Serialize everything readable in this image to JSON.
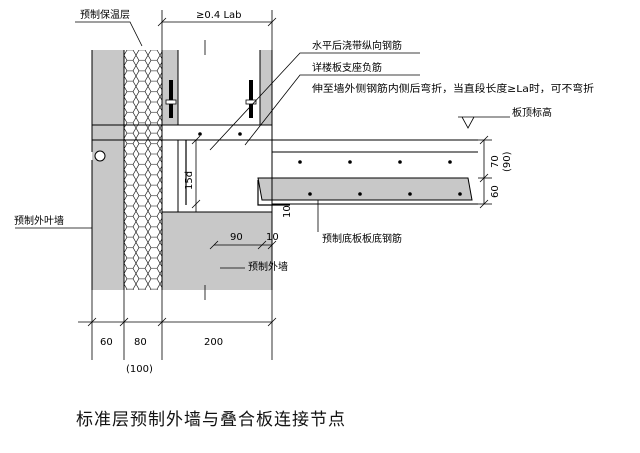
{
  "title": "标准层预制外墙与叠合板连接节点",
  "labels": {
    "insulation": "预制保温层",
    "outer_leaf": "预制外叶墙",
    "horizontal_bar": "水平后浇带纵向钢筋",
    "support_bar": "详楼板支座负筋",
    "anchor_note": "伸至墙外侧钢筋内侧后弯折，当直段长度≥La时，可不弯折",
    "slab_top": "板顶标高",
    "slab_bottom_bar": "预制底板板底钢筋",
    "outer_wall": "预制外墙"
  },
  "dimensions": {
    "lab": "≥0.4 Lab",
    "d15": "15d",
    "d70": "70",
    "d90p": "(90)",
    "d60r": "60",
    "d90": "90",
    "d10a": "10",
    "d10b": "10",
    "b60": "60",
    "b80": "80",
    "b200": "200",
    "b100": "(100)"
  },
  "colors": {
    "concrete": "#c8c8c8",
    "line": "#000000",
    "white": "#ffffff"
  }
}
